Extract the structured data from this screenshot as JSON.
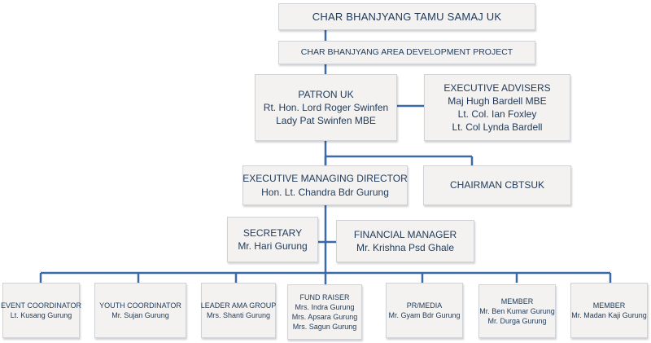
{
  "org": {
    "title": "CHAR BHANJYANG TAMU SAMAJ UK",
    "project": "CHAR BHANJYANG AREA DEVELOPMENT PROJECT",
    "patron": {
      "heading": "PATRON UK",
      "lines": [
        "Rt. Hon. Lord  Roger Swinfen",
        "Lady Pat Swinfen MBE"
      ]
    },
    "advisers": {
      "heading": "EXECUTIVE ADVISERS",
      "lines": [
        "Maj Hugh Bardell MBE",
        "Lt. Col. Ian Foxley",
        "Lt. Col Lynda Bardell"
      ]
    },
    "director": {
      "heading": "EXECUTIVE MANAGING DIRECTOR",
      "lines": [
        "Hon. Lt. Chandra Bdr Gurung"
      ]
    },
    "chairman": {
      "heading": "CHAIRMAN CBTSUK"
    },
    "secretary": {
      "heading": "SECRETARY",
      "lines": [
        "Mr. Hari Gurung"
      ]
    },
    "finance": {
      "heading": "FINANCIAL MANAGER",
      "lines": [
        "Mr. Krishna  Psd Ghale"
      ]
    },
    "members": [
      {
        "heading": "EVENT COORDINATOR",
        "lines": [
          "Lt. Kusang Gurung"
        ]
      },
      {
        "heading": "YOUTH COORDINATOR",
        "lines": [
          "Mr. Sujan Gurung"
        ]
      },
      {
        "heading": "LEADER AMA GROUP",
        "lines": [
          "Mrs. Shanti Gurung"
        ]
      },
      {
        "heading": "FUND RAISER",
        "lines": [
          "Mrs. Indra Gurung",
          "Mrs. Apsara Gurung",
          "Mrs. Sagun Gurung"
        ]
      },
      {
        "heading": "PR/MEDIA",
        "lines": [
          "Mr. Gyam Bdr Gurung"
        ]
      },
      {
        "heading": "MEMBER",
        "lines": [
          "Mr. Ben Kumar Gurung",
          "Mr. Durga Gurung"
        ]
      },
      {
        "heading": "MEMBER",
        "lines": [
          "Mr. Madan Kaji  Gurung"
        ]
      }
    ]
  },
  "colors": {
    "connector": "#3b6aa6",
    "box_fill": "#f3f2f0",
    "text": "#1f3a5a"
  }
}
